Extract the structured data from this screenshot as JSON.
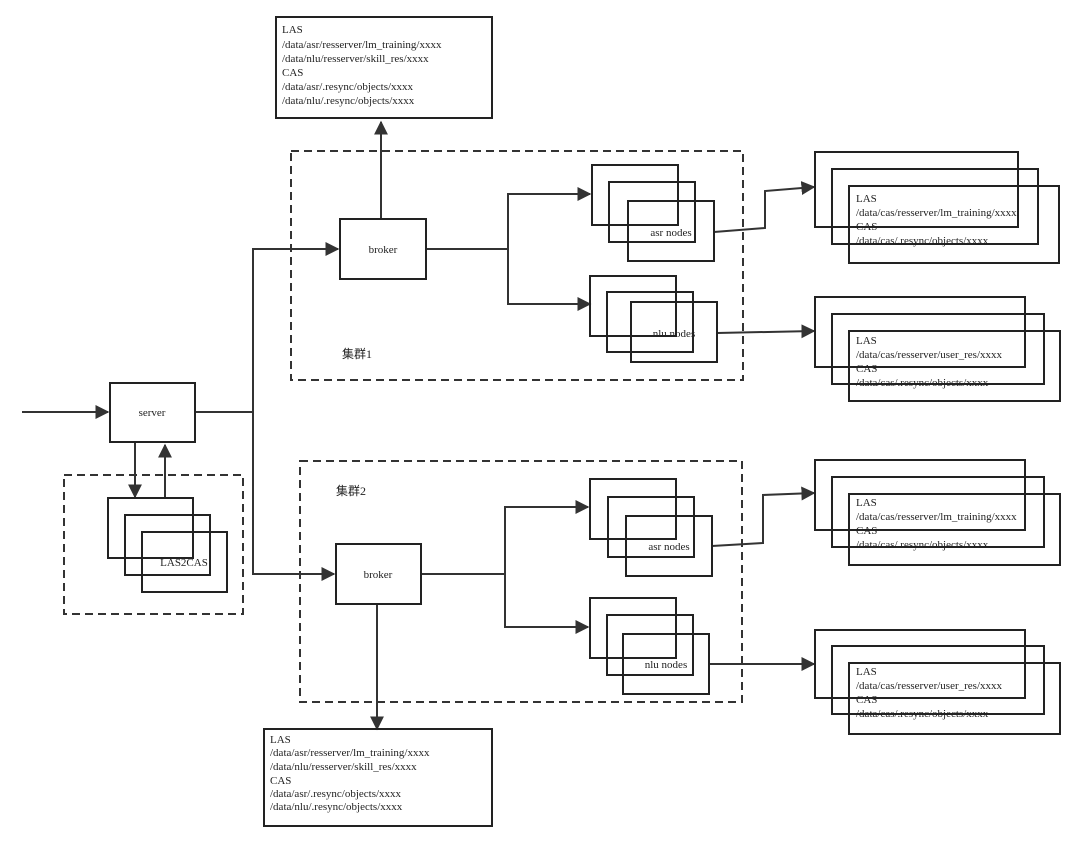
{
  "diagram": {
    "colors": {
      "stroke": "#222222",
      "edge": "#333333",
      "background": "#ffffff"
    },
    "server_label": "server",
    "las2cas_label": "LAS2CAS",
    "cluster1": {
      "label": "集群1",
      "broker_label": "broker",
      "asr_label": "asr nodes",
      "nlu_label": "nlu nodes"
    },
    "cluster2": {
      "label": "集群2",
      "broker_label": "broker",
      "asr_label": "asr nodes",
      "nlu_label": "nlu nodes"
    },
    "storage_top": {
      "lines": [
        "LAS",
        "/data/asr/resserver/lm_training/xxxx",
        "/data/nlu/resserver/skill_res/xxxx",
        "CAS",
        "/data/asr/.resync/objects/xxxx",
        "/data/nlu/.resync/objects/xxxx"
      ]
    },
    "storage_bottom": {
      "lines": [
        "LAS",
        "/data/asr/resserver/lm_training/xxxx",
        "/data/nlu/resserver/skill_res/xxxx",
        "CAS",
        "/data/asr/.resync/objects/xxxx",
        "/data/nlu/.resync/objects/xxxx"
      ]
    },
    "asr_store_1": {
      "lines": [
        "LAS",
        "/data/cas/resserver/lm_training/xxxx",
        "CAS",
        "/data/cas/.resync/objects/xxxx"
      ]
    },
    "nlu_store_1": {
      "lines": [
        "LAS",
        "/data/cas/resserver/user_res/xxxx",
        "CAS",
        "/data/cas/.resync/objects/xxxx"
      ]
    },
    "asr_store_2": {
      "lines": [
        "LAS",
        "/data/cas/resserver/lm_training/xxxx",
        "CAS",
        "/data/cas/.resync/objects/xxxx"
      ]
    },
    "nlu_store_2": {
      "lines": [
        "LAS",
        "/data/cas/resserver/user_res/xxxx",
        "CAS",
        "/data/cas/.resync/objects/xxxx"
      ]
    }
  }
}
